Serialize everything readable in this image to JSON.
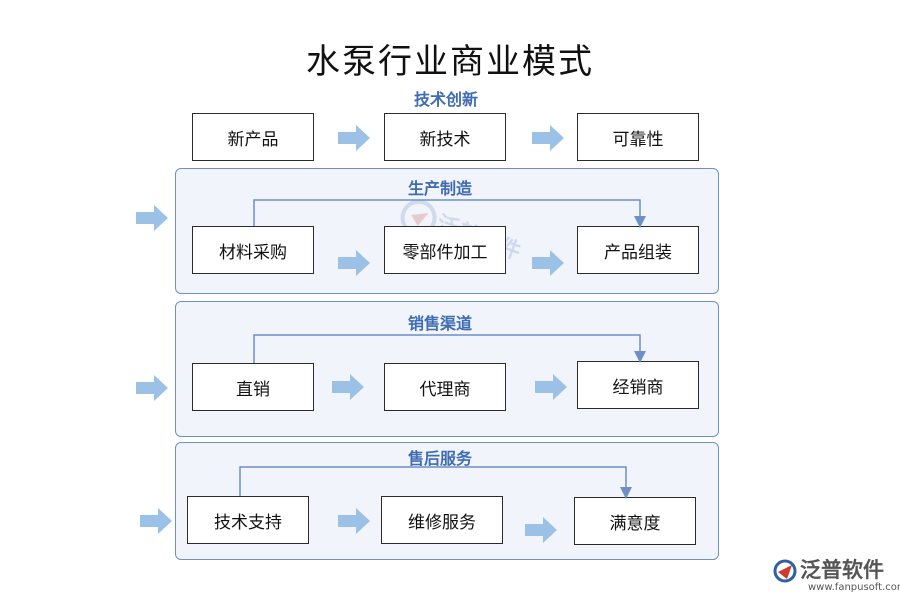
{
  "title": "水泵行业商业模式",
  "sections": [
    {
      "label": "技术创新",
      "boxes": [
        "新产品",
        "新技术",
        "可靠性"
      ]
    },
    {
      "label": "生产制造",
      "boxes": [
        "材料采购",
        "零部件加工",
        "产品组装"
      ]
    },
    {
      "label": "销售渠道",
      "boxes": [
        "直销",
        "代理商",
        "经销商"
      ]
    },
    {
      "label": "售后服务",
      "boxes": [
        "技术支持",
        "维修服务",
        "满意度"
      ]
    }
  ],
  "watermark": {
    "text": "泛普软件"
  },
  "logo": {
    "text": "泛普软件",
    "url": "www.fanpusoft.com"
  },
  "colors": {
    "arrow": "#9bc2e6",
    "connector": "#6f8fc6",
    "label": "#3f6cb3",
    "panel_bg": "#f1f5fb"
  },
  "icons": {
    "flow_arrow": "block-arrow-right-icon",
    "logo": "fanpu-logo-icon"
  }
}
